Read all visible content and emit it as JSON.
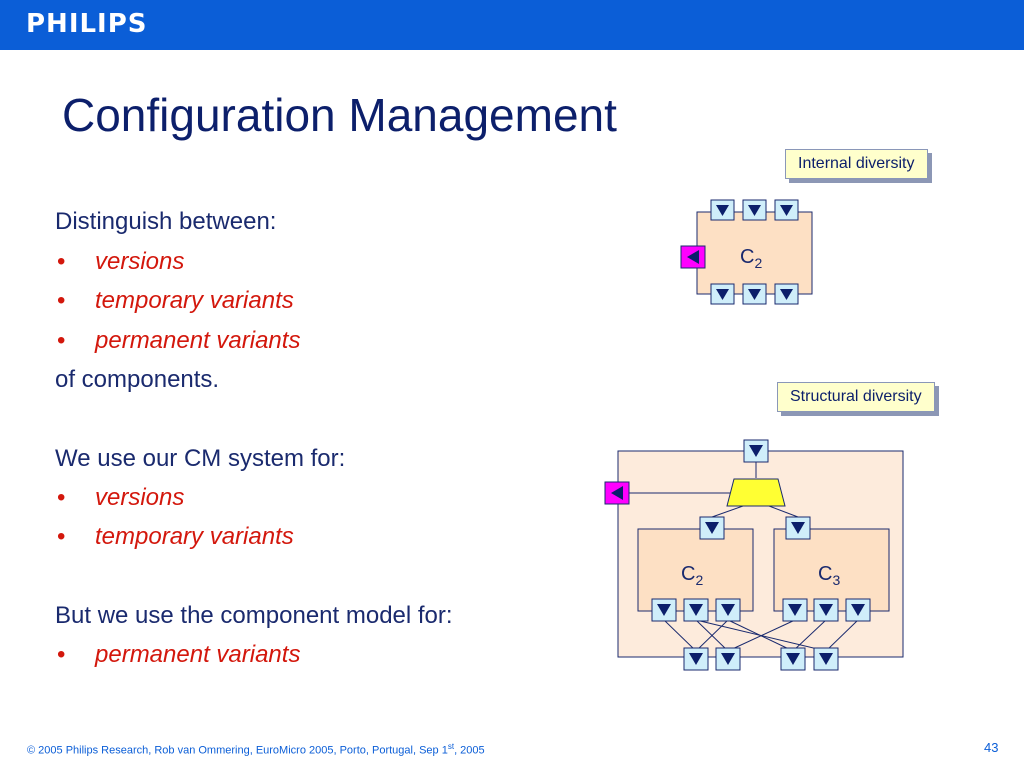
{
  "header": {
    "brand": "PHILIPS",
    "title": "Configuration Management"
  },
  "body": {
    "intro": "Distinguish between:",
    "list1": [
      "versions",
      "temporary variants",
      "permanent variants"
    ],
    "outro1": "of components.",
    "cm_intro": "We use our CM system for:",
    "list2": [
      "versions",
      "temporary variants"
    ],
    "model_intro": "But we use the component model for:",
    "list3": [
      "permanent variants"
    ],
    "bullet": "•"
  },
  "diagram": {
    "internal_label": "Internal diversity",
    "structural_label": "Structural diversity",
    "c2": {
      "letter": "C",
      "sub": "2"
    },
    "c3": {
      "letter": "C",
      "sub": "3"
    }
  },
  "footer": {
    "prefix": "© 2005 Philips Research,  Rob van Ommering, EuroMicro 2005, Porto, Portugal, Sep 1",
    "sup": "st",
    "suffix": ", 2005",
    "page": "43"
  },
  "colors": {
    "brand_blue": "#0b5ed7",
    "title_navy": "#0c1f6b",
    "accent_red": "#d3170c",
    "component_fill": "#fde0c4",
    "port_fill": "#cfeefa",
    "magenta_port": "#ff00ff",
    "switch_yellow": "#ffff33"
  },
  "icons": {
    "provides_port": "triangle-down-icon",
    "requires_port": "triangle-left-icon",
    "switch": "switch-trapezoid-icon"
  }
}
